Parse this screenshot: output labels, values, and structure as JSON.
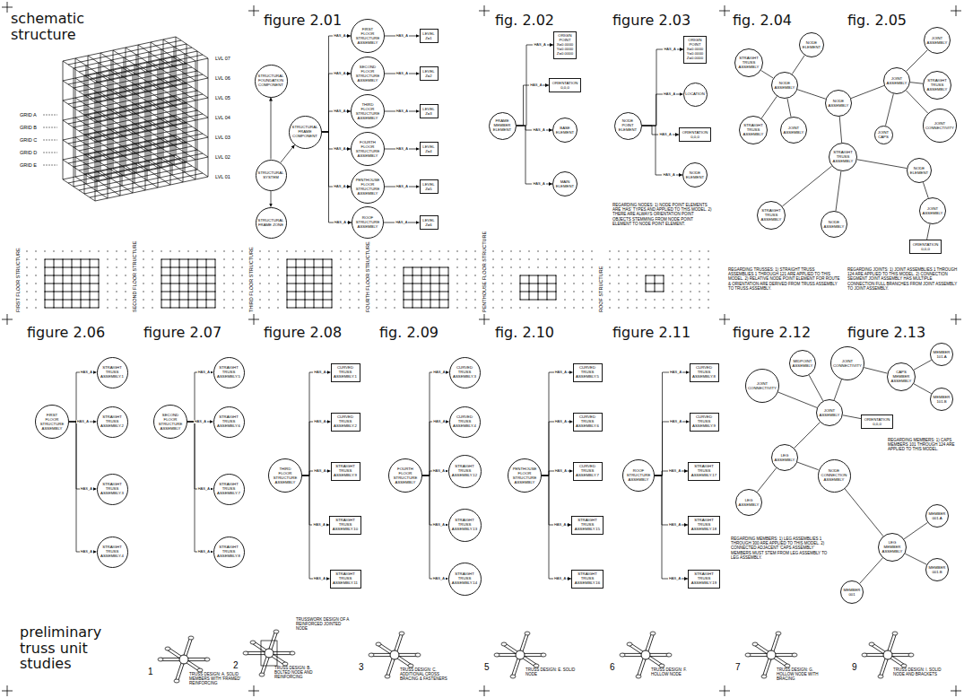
{
  "diagram": {
    "nodes": [
      {
        "text": [
          "STRUCTURAL FOUNDATION COMPONENT"
        ]
      },
      {
        "text": [
          "STRUCTURAL FRAME COMPONENT"
        ]
      },
      {
        "text": [
          "STRUCTURAL SYSTEM"
        ]
      },
      {
        "text": [
          "STRUCTURAL FRAME ZONE"
        ]
      },
      {
        "text": [
          "FIRST FLOOR STRUCTURE ASSEMBLY"
        ]
      },
      {
        "text": [
          "SECOND FLOOR STRUCTURE ASSEMBLY"
        ]
      },
      {
        "text": [
          "THIRD FLOOR STRUCTURE ASSEMBLY"
        ]
      },
      {
        "text": [
          "FOURTH FLOOR STRUCTURE ASSEMBLY"
        ]
      },
      {
        "text": [
          "PENTHOUSE FLOOR STRUCTURE ASSEMBLY"
        ]
      },
      {
        "text": [
          "ROOF STRUCTURE ASSEMBLY"
        ]
      },
      {
        "text": [
          "LEVEL Z=1"
        ]
      },
      {
        "text": [
          "LEVEL Z=2"
        ]
      },
      {
        "text": [
          "LEVEL Z=3"
        ]
      },
      {
        "text": [
          "LEVEL Z=4"
        ]
      },
      {
        "text": [
          "LEVEL Z=5"
        ]
      },
      {
        "text": [
          "LEVEL Z=6"
        ]
      },
      {
        "text": [
          "FRAME MEMBER ELEMENT"
        ]
      },
      {
        "text": [
          "ORIGIN POINT X=0.0000 Y=0.0000 Z=0.0000"
        ]
      },
      {
        "text": [
          "ORIENTATION 0,0,0"
        ]
      },
      {
        "text": [
          "BASE ELEMENT"
        ]
      },
      {
        "text": [
          "MAIN ELEMENT"
        ]
      },
      {
        "text": [
          "NODE POINT ELEMENT"
        ]
      },
      {
        "text": [
          "ORIGIN POINT X=0.0000 Y=0.0000 Z=0.0000"
        ]
      },
      {
        "text": [
          "LOCATION"
        ]
      },
      {
        "text": [
          "ORIENTATION 0,0,0"
        ]
      },
      {
        "text": [
          "NODE ELEMENT"
        ]
      },
      {
        "text": [
          "NODE ASSEMBLY"
        ]
      },
      {
        "text": [
          "NODE ELEMENT"
        ]
      },
      {
        "text": [
          "STRAIGHT TRUSS ASSEMBLY"
        ]
      },
      {
        "text": [
          "STRAIGHT TRUSS ASSEMBLY"
        ]
      },
      {
        "text": [
          "JOINT ASSEMBLY"
        ]
      },
      {
        "text": [
          "NODE ASSEMBLY"
        ]
      },
      {
        "text": [
          "JOINT ASSEMBLY"
        ]
      },
      {
        "text": [
          "JOINT ASSEMBLY"
        ]
      },
      {
        "text": [
          "STRAIGHT TRUSS ASSEMBLY"
        ]
      },
      {
        "text": [
          "JOINT CONNECTIVITY"
        ]
      },
      {
        "text": [
          "JOINT CAPS"
        ]
      },
      {
        "text": [
          "STRAIGHT TRUSS ASSEMBLY"
        ]
      },
      {
        "text": [
          "NODE ELEMENT"
        ]
      },
      {
        "text": [
          "JOINT ASSEMBLY"
        ]
      },
      {
        "text": [
          "ORIENTATION 0,0,0"
        ]
      },
      {
        "text": [
          "STRAIGHT TRUSS ASSEMBLY"
        ]
      },
      {
        "text": [
          "NODE ASSEMBLY"
        ]
      },
      {
        "text": [
          "FIRST FLOOR STRUCTURE ASSEMBLY"
        ]
      },
      {
        "text": [
          "STRAIGHT TRUSS ASSEMBLY.1"
        ]
      },
      {
        "text": [
          "STRAIGHT TRUSS ASSEMBLY.2"
        ]
      },
      {
        "text": [
          "STRAIGHT TRUSS ASSEMBLY.3"
        ]
      },
      {
        "text": [
          "STRAIGHT TRUSS ASSEMBLY.4"
        ]
      },
      {
        "text": [
          "SECOND FLOOR STRUCTURE ASSEMBLY"
        ]
      },
      {
        "text": [
          "STRAIGHT TRUSS ASSEMBLY.5"
        ]
      },
      {
        "text": [
          "STRAIGHT TRUSS ASSEMBLY.6"
        ]
      },
      {
        "text": [
          "STRAIGHT TRUSS ASSEMBLY.7"
        ]
      },
      {
        "text": [
          "STRAIGHT TRUSS ASSEMBLY.8"
        ]
      },
      {
        "text": [
          "THIRD FLOOR STRUCTURE ASSEMBLY"
        ]
      },
      {
        "text": [
          "CURVED TRUSS ASSEMBLY.1"
        ]
      },
      {
        "text": [
          "CURVED TRUSS ASSEMBLY.2"
        ]
      },
      {
        "text": [
          "STRAIGHT TRUSS ASSEMBLY.9"
        ]
      },
      {
        "text": [
          "STRAIGHT TRUSS ASSEMBLY.10"
        ]
      },
      {
        "text": [
          "STRAIGHT TRUSS ASSEMBLY.11"
        ]
      },
      {
        "text": [
          "FOURTH FLOOR STRUCTURE ASSEMBLY"
        ]
      },
      {
        "text": [
          "CURVED TRUSS ASSEMBLY.3"
        ]
      },
      {
        "text": [
          "CURVED TRUSS ASSEMBLY.4"
        ]
      },
      {
        "text": [
          "STRAIGHT TRUSS ASSEMBLY.12"
        ]
      },
      {
        "text": [
          "STRAIGHT TRUSS ASSEMBLY.13"
        ]
      },
      {
        "text": [
          "STRAIGHT TRUSS ASSEMBLY.14"
        ]
      },
      {
        "text": [
          "PENTHOUSE FLOOR STRUCTURE ASSEMBLY"
        ]
      },
      {
        "text": [
          "CURVED TRUSS ASSEMBLY.5"
        ]
      },
      {
        "text": [
          "CURVED TRUSS ASSEMBLY.6"
        ]
      },
      {
        "text": [
          "CURVED TRUSS ASSEMBLY.7"
        ]
      },
      {
        "text": [
          "STRAIGHT TRUSS ASSEMBLY.15"
        ]
      },
      {
        "text": [
          "STRAIGHT TRUSS ASSEMBLY.16"
        ]
      },
      {
        "text": [
          "ROOF STRUCTURE ASSEMBLY"
        ]
      },
      {
        "text": [
          "CURVED TRUSS ASSEMBLY.8"
        ]
      },
      {
        "text": [
          "CURVED TRUSS ASSEMBLY.9"
        ]
      },
      {
        "text": [
          "STRAIGHT TRUSS ASSEMBLY.17"
        ]
      },
      {
        "text": [
          "STRAIGHT TRUSS ASSEMBLY.18"
        ]
      },
      {
        "text": [
          "STRAIGHT TRUSS ASSEMBLY.19"
        ]
      },
      {
        "text": [
          "LEG ASSEMBLY"
        ]
      },
      {
        "text": [
          "JOINT ASSEMBLY"
        ]
      },
      {
        "text": [
          "JOINT CONNECTIVITY"
        ]
      },
      {
        "text": [
          "MIDPOINT ASSEMBLY"
        ]
      },
      {
        "text": [
          "JOINT CONNECTIVITY"
        ]
      },
      {
        "text": [
          "ORIENTATION 0,0,0"
        ]
      },
      {
        "text": [
          "NODE CONNECTION ASSEMBLY"
        ]
      },
      {
        "text": [
          "LEG ASSEMBLY"
        ]
      },
      {
        "text": [
          "CAPS MEMBER ASSEMBLY"
        ]
      },
      {
        "text": [
          "MEMBER 101.A"
        ]
      },
      {
        "text": [
          "MEMBER 101.B"
        ]
      },
      {
        "text": [
          "LEG MEMBER ASSEMBLY"
        ]
      },
      {
        "text": [
          "MEMBER 001.A"
        ]
      },
      {
        "text": [
          "MEMBER 001.B"
        ]
      },
      {
        "text": [
          "MEMBER 001"
        ]
      }
    ],
    "edges": [
      {
        "from": 2,
        "to": 0,
        "arrow": "to"
      },
      {
        "from": 2,
        "to": 1,
        "arrow": "to"
      },
      {
        "from": 2,
        "to": 3,
        "arrow": "to"
      },
      {
        "from": 1,
        "to": 4,
        "label": "HAS_A",
        "arrow": "to"
      },
      {
        "from": 1,
        "to": 5,
        "label": "HAS_A",
        "arrow": "to"
      },
      {
        "from": 1,
        "to": 6,
        "label": "HAS_A",
        "arrow": "to"
      },
      {
        "from": 1,
        "to": 7,
        "label": "HAS_A",
        "arrow": "to"
      },
      {
        "from": 1,
        "to": 8,
        "label": "HAS_A",
        "arrow": "to"
      },
      {
        "from": 1,
        "to": 9,
        "label": "HAS_A",
        "arrow": "to"
      },
      {
        "from": 4,
        "to": 10,
        "label": "HAS_A",
        "arrow": "to"
      },
      {
        "from": 5,
        "to": 11,
        "label": "HAS_A",
        "arrow": "to"
      },
      {
        "from": 6,
        "to": 12,
        "label": "HAS_A",
        "arrow": "to"
      },
      {
        "from": 7,
        "to": 13,
        "label": "HAS_A",
        "arrow": "to"
      },
      {
        "from": 8,
        "to": 14,
        "label": "HAS_A",
        "arrow": "to"
      },
      {
        "from": 9,
        "to": 15,
        "label": "HAS_A",
        "arrow": "to"
      },
      {
        "from": 16,
        "to": 17,
        "label": "HAS_A",
        "arrow": "to"
      },
      {
        "from": 16,
        "to": 18,
        "label": "HAS_A",
        "arrow": "to"
      },
      {
        "from": 16,
        "to": 19,
        "label": "HAS_A",
        "arrow": "to"
      },
      {
        "from": 16,
        "to": 20,
        "label": "HAS_A",
        "arrow": "to"
      },
      {
        "from": 21,
        "to": 22,
        "label": "HAS_A",
        "arrow": "to"
      },
      {
        "from": 21,
        "to": 23,
        "label": "HAS_A",
        "arrow": "to"
      },
      {
        "from": 21,
        "to": 24,
        "label": "HAS_A",
        "arrow": "to"
      },
      {
        "from": 21,
        "to": 25,
        "label": "HAS_A",
        "arrow": "to"
      },
      {
        "from": 28,
        "to": 26,
        "arrow": "none"
      },
      {
        "from": 26,
        "to": 27,
        "arrow": "none"
      },
      {
        "from": 26,
        "to": 29,
        "arrow": "none"
      },
      {
        "from": 26,
        "to": 30,
        "arrow": "none"
      },
      {
        "from": 26,
        "to": 31,
        "arrow": "none"
      },
      {
        "from": 31,
        "to": 32,
        "arrow": "none"
      },
      {
        "from": 32,
        "to": 33,
        "arrow": "none"
      },
      {
        "from": 32,
        "to": 34,
        "arrow": "none"
      },
      {
        "from": 32,
        "to": 35,
        "arrow": "none"
      },
      {
        "from": 32,
        "to": 36,
        "arrow": "none"
      },
      {
        "from": 31,
        "to": 37,
        "arrow": "none"
      },
      {
        "from": 37,
        "to": 38,
        "arrow": "none"
      },
      {
        "from": 38,
        "to": 39,
        "arrow": "none"
      },
      {
        "from": 39,
        "to": 40,
        "arrow": "none"
      },
      {
        "from": 37,
        "to": 41,
        "arrow": "none"
      },
      {
        "from": 37,
        "to": 42,
        "arrow": "none"
      },
      {
        "from": 43,
        "to": 44,
        "label": "HAS_A",
        "arrow": "to"
      },
      {
        "from": 43,
        "to": 45,
        "label": "HAS_A",
        "arrow": "to"
      },
      {
        "from": 43,
        "to": 46,
        "label": "HAS_A",
        "arrow": "to"
      },
      {
        "from": 43,
        "to": 47,
        "label": "HAS_A",
        "arrow": "to"
      },
      {
        "from": 48,
        "to": 49,
        "label": "HAS_A",
        "arrow": "to"
      },
      {
        "from": 48,
        "to": 50,
        "label": "HAS_A",
        "arrow": "to"
      },
      {
        "from": 48,
        "to": 51,
        "label": "HAS_A",
        "arrow": "to"
      },
      {
        "from": 48,
        "to": 52,
        "label": "HAS_A",
        "arrow": "to"
      },
      {
        "from": 53,
        "to": 54,
        "label": "HAS_A",
        "arrow": "to"
      },
      {
        "from": 53,
        "to": 55,
        "label": "HAS_A",
        "arrow": "to"
      },
      {
        "from": 53,
        "to": 56,
        "label": "HAS_A",
        "arrow": "to"
      },
      {
        "from": 53,
        "to": 57,
        "label": "HAS_A",
        "arrow": "to"
      },
      {
        "from": 53,
        "to": 58,
        "label": "HAS_A",
        "arrow": "to"
      },
      {
        "from": 59,
        "to": 60,
        "label": "HAS_A",
        "arrow": "to"
      },
      {
        "from": 59,
        "to": 61,
        "label": "HAS_A",
        "arrow": "to"
      },
      {
        "from": 59,
        "to": 62,
        "label": "HAS_A",
        "arrow": "to"
      },
      {
        "from": 59,
        "to": 63,
        "label": "HAS_A",
        "arrow": "to"
      },
      {
        "from": 59,
        "to": 64,
        "label": "HAS_A",
        "arrow": "to"
      },
      {
        "from": 65,
        "to": 66,
        "label": "HAS_A",
        "arrow": "to"
      },
      {
        "from": 65,
        "to": 67,
        "label": "HAS_A",
        "arrow": "to"
      },
      {
        "from": 65,
        "to": 68,
        "label": "HAS_A",
        "arrow": "to"
      },
      {
        "from": 65,
        "to": 69,
        "label": "HAS_A",
        "arrow": "to"
      },
      {
        "from": 65,
        "to": 70,
        "label": "HAS_A",
        "arrow": "to"
      },
      {
        "from": 71,
        "to": 72,
        "label": "HAS_A",
        "arrow": "to"
      },
      {
        "from": 71,
        "to": 73,
        "label": "HAS_A",
        "arrow": "to"
      },
      {
        "from": 71,
        "to": 74,
        "label": "HAS_A",
        "arrow": "to"
      },
      {
        "from": 71,
        "to": 75,
        "label": "HAS_A",
        "arrow": "to"
      },
      {
        "from": 71,
        "to": 76,
        "label": "HAS_A",
        "arrow": "to"
      },
      {
        "from": 77,
        "to": 78,
        "arrow": "none"
      },
      {
        "from": 78,
        "to": 79,
        "arrow": "none"
      },
      {
        "from": 78,
        "to": 80,
        "arrow": "none"
      },
      {
        "from": 78,
        "to": 81,
        "arrow": "none"
      },
      {
        "from": 78,
        "to": 82,
        "arrow": "none"
      },
      {
        "from": 77,
        "to": 83,
        "arrow": "none"
      },
      {
        "from": 77,
        "to": 84,
        "arrow": "none"
      },
      {
        "from": 81,
        "to": 85,
        "arrow": "none"
      },
      {
        "from": 85,
        "to": 86,
        "arrow": "none"
      },
      {
        "from": 85,
        "to": 87,
        "arrow": "none"
      },
      {
        "from": 83,
        "to": 88,
        "arrow": "none"
      },
      {
        "from": 88,
        "to": 89,
        "arrow": "none"
      },
      {
        "from": 88,
        "to": 90,
        "arrow": "none"
      },
      {
        "from": 88,
        "to": 91,
        "arrow": "none"
      }
    ],
    "labels": [
      "schematic structure",
      "figure 2.01",
      "fig. 2.02",
      "figure 2.03",
      "fig. 2.04",
      "fig. 2.05",
      "figure 2.06",
      "figure 2.07",
      "figure 2.08",
      "fig. 2.09",
      "fig. 2.10",
      "figure 2.11",
      "figure 2.12",
      "figure 2.13",
      "preliminary truss unit studies",
      "FIRST FLOOR STRUCTURE",
      "SECOND FLOOR STRUCTURE",
      "THIRD FLOOR STRUCTURE",
      "FOURTH FLOOR STRUCTURE",
      "PENTHOUSE FLOOR STRUCTURE",
      "ROOF STRUCTURE",
      "LVL 07",
      "LVL 06",
      "LVL 05",
      "LVL 04",
      "LVL 03",
      "LVL 02",
      "LVL 01",
      "GRID A",
      "GRID B",
      "GRID C",
      "GRID D",
      "GRID E",
      "REGARDING NODES: 1) NODE POINT ELEMENTS ARE 'HAS' TYPES AND APPLIED TO THIS MODEL. 2) THERE ARE ALWAYS ORIENTATION POINT OBJECTS STEMMING FROM NODE POINT ELEMENT TO NODE POINT ELEMENT.",
      "REGARDING TRUSSES: 1) STRAIGHT TRUSS ASSEMBLIES 1 THROUGH 121 ARE APPLIED TO THIS MODEL. 2) RELATIVE NODE POINT ELEMENT FOR ROUTE & ORIENTATION ARE DERIVED FROM TRUSS ASSEMBLY TO TRUSS ASSEMBLY.",
      "REGARDING JOINTS: 1) JOINT ASSEMBLIES 1 THROUGH 124 ARE APPLIED TO THIS MODEL. 2) CONNECTION SEGMENT JOINT ASSEMBLY HAS MULTIPLE CONNECTION FULL BRANCHES FROM JOINT ASSEMBLY TO JOINT ASSEMBLY.",
      "REGARDING MEMBERS: 1) LEG ASSEMBLIES 1 THROUGH 300 ARE APPLIED TO THIS MODEL. 2) CONNECTED ADJACENT 'CAPS ASSEMBLY' MEMBERS MUST STEM FROM LEG ASSEMBLY TO LEG ASSEMBLY.",
      "REGARDING MEMBERS: 1) CAPS MEMBERS 101 THROUGH 124 ARE APPLIED TO THIS MODEL.",
      "1",
      "2",
      "3",
      "5",
      "6",
      "7",
      "9",
      "TRUSS DESIGN: A. SOLID MEMBERS WITH 'FRAMED' REINFORCING",
      "TRUSS DESIGN: B. BOLTED NODE AND REINFORCING",
      "TRUSS DESIGN: C. ADDITIONAL CROSS BRACING & FASTENERS",
      "TRUSS DESIGN: E. SOLID NODE",
      "TRUSS DESIGN: F. HOLLOW NODE",
      "TRUSS DESIGN: G. HOLLOW NODE WITH BRACING",
      "TRUSS DESIGN: I. SOLID NODE AND BRACKETS",
      "TRUSSWORK DESIGN OF A REINFORCED JOINTED NODE"
    ]
  }
}
